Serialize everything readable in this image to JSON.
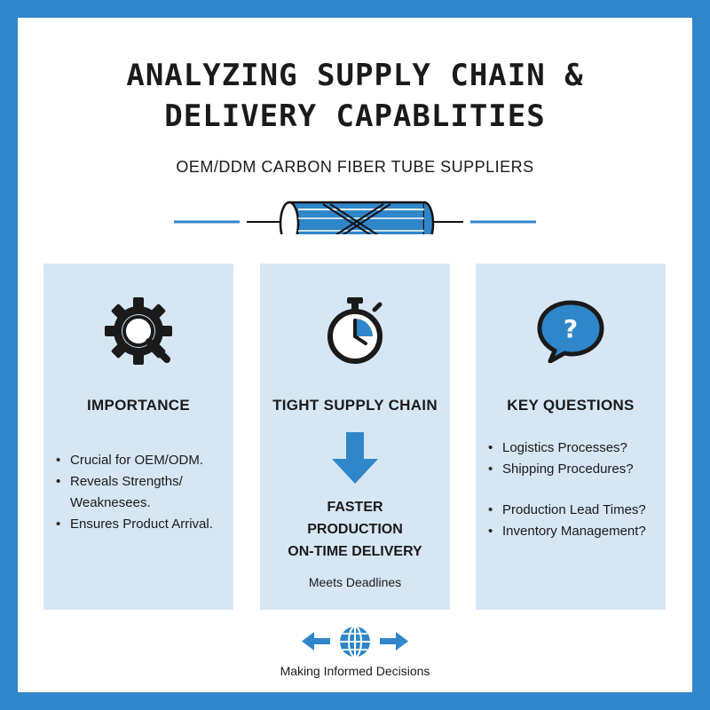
{
  "title": {
    "line1": "ANALYZING SUPPLY CHAIN &",
    "line2": "DELIVERY CAPABLITIES"
  },
  "subtitle": "OEM/DDM CARBON FIBER TUBE SUPPLIERS",
  "colors": {
    "frame": "#2f86c9",
    "accent": "#2f86c9",
    "panel": "#d6e6f4",
    "text": "#1a1a1a"
  },
  "panels": [
    {
      "icon": "gear-magnifier-icon",
      "heading": "IMPORTANCE",
      "bullets": [
        "Crucial for OEM/ODM.",
        "Reveals Strengths/",
        "Weaknesees.",
        "Ensures Product Arrival."
      ]
    },
    {
      "icon": "stopwatch-icon",
      "heading": "TIGHT SUPPLY CHAIN",
      "arrow_icon": "down-arrow-icon",
      "lines": [
        "FASTER",
        "PRODUCTION",
        "ON-TIME DELIVERY"
      ],
      "note": "Meets Deadlines"
    },
    {
      "icon": "question-bubble-icon",
      "icon_glyph": "?",
      "heading": "KEY QUESTIONS",
      "bullets": [
        "Logistics Processes?",
        "Shipping Procedures?",
        "Production Lead Times?",
        "Inventory Management?"
      ]
    }
  ],
  "footer": {
    "icons": [
      "left-arrow-icon",
      "globe-icon",
      "right-arrow-icon"
    ],
    "text": "Making Informed Decisions"
  }
}
